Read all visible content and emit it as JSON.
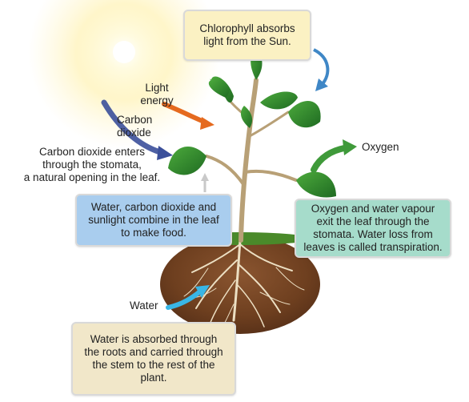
{
  "colors": {
    "callout_yellow": "#fbf1c3",
    "callout_blue": "#a9cdee",
    "callout_green": "#a6dccb",
    "callout_beige": "#f1e7c9",
    "arrow_light_energy": "#e56a1f",
    "arrow_carbon_dioxide": "#3b4f9a",
    "arrow_oxygen": "#3f9a3a",
    "arrow_water": "#39b6e6",
    "arrow_chlorophyll": "#3f87c6",
    "leaf_green": "#2f8a2c",
    "soil_brown": "#7a4a26",
    "roots": "#e9dcc0"
  },
  "labels": {
    "light_energy": "Light\nenergy",
    "carbon_dioxide": "Carbon\ndioxide",
    "oxygen": "Oxygen",
    "water": "Water",
    "co2_enters": "Carbon dioxide enters\nthrough the stomata,\na natural opening in the leaf."
  },
  "callouts": {
    "chlorophyll": "Chlorophyll absorbs\nlight from the Sun.",
    "combine": "Water, carbon dioxide and\nsunlight combine in the leaf\nto make food.",
    "oxygen_exit": "Oxygen and water vapour\nexit the leaf through the\nstomata. Water loss from\nleaves is called transpiration.",
    "water_absorbed": "Water is absorbed through\nthe roots and carried through\nthe stem to the rest of the\nplant."
  }
}
